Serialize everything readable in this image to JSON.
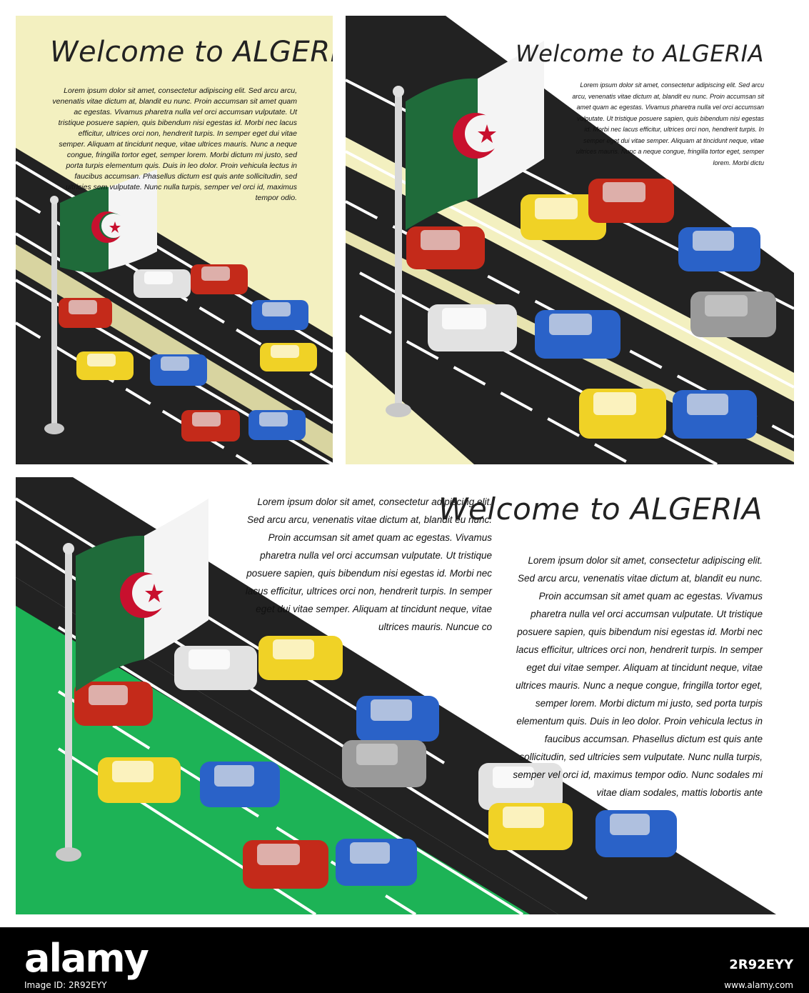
{
  "panels": [
    {
      "title": "Welcome to ALGERIA",
      "body": "Lorem ipsum dolor sit amet, consectetur adipiscing elit. Sed arcu arcu, venenatis vitae dictum at, blandit eu nunc. Proin accumsan sit amet quam ac egestas. Vivamus pharetra nulla vel orci accumsan vulputate. Ut tristique posuere sapien, quis bibendum nisi egestas id. Morbi nec lacus efficitur, ultrices orci non, hendrerit turpis. In semper eget dui vitae semper. Aliquam at tincidunt neque, vitae ultrices mauris. Nunc a neque congue, fringilla tortor eget, semper lorem. Morbi dictum mi justo, sed porta turpis elementum quis. Duis in leo dolor. Proin vehicula lectus in faucibus accumsan. Phasellus dictum est quis ante sollicitudin, sed ultricies sem vulputate. Nunc nulla turpis, semper vel orci id, maximus tempor odio."
    },
    {
      "title": "Welcome to ALGERIA",
      "body": "Lorem ipsum dolor sit amet, consectetur adipiscing elit. Sed arcu arcu, venenatis vitae dictum at, blandit eu nunc. Proin accumsan sit amet quam ac egestas. Vivamus pharetra nulla vel orci accumsan vulputate. Ut tristique posuere sapien, quis bibendum nisi egestas id. Morbi nec lacus efficitur, ultrices orci non, hendrerit turpis. In semper eget dui vitae semper. Aliquam at tincidunt neque, vitae ultrices mauris. Nunc a neque congue, fringilla tortor eget, semper lorem. Morbi dictu"
    },
    {
      "title": "Welcome to ALGERIA",
      "body_left": "Lorem ipsum dolor sit amet, consectetur adipiscing elit. Sed arcu arcu, venenatis vitae dictum at, blandit eu nunc. Proin accumsan sit amet quam ac egestas. Vivamus pharetra nulla vel orci accumsan vulputate. Ut tristique posuere sapien, quis bibendum nisi egestas id. Morbi nec lacus efficitur, ultrices orci non, hendrerit turpis. In semper eget dui vitae semper. Aliquam at tincidunt neque, vitae ultrices mauris. Nuncue co",
      "body_right": "Lorem ipsum dolor sit amet, consectetur adipiscing elit. Sed arcu arcu, venenatis vitae dictum at, blandit eu nunc. Proin accumsan sit amet quam ac egestas. Vivamus pharetra nulla vel orci accumsan vulputate. Ut tristique posuere sapien, quis bibendum nisi egestas id. Morbi nec lacus efficitur, ultrices orci non, hendrerit turpis. In semper eget dui vitae semper. Aliquam at tincidunt neque, vitae ultrices mauris. Nunc a neque congue, fringilla tortor eget, semper lorem. Morbi dictum mi justo, sed porta turpis elementum quis. Duis in leo dolor. Proin vehicula lectus in faucibus accumsan. Phasellus dictum est quis ante sollicitudin, sed ultricies sem vulputate. Nunc nulla turpis, semper vel orci id, maximus tempor odio. Nunc sodales mi vitae diam sodales, mattis lobortis ante"
    }
  ],
  "footer": {
    "brand": "alamy",
    "stock_id": "2R92EYY",
    "credit": "Image ID: 2R92EYY",
    "url": "www.alamy.com"
  },
  "colors": {
    "road": "#222222",
    "cream": "#f3f0c0",
    "grass": "#1db356",
    "flag_green": "#1f6b3a",
    "flag_white": "#f4f4f4",
    "flag_red": "#c8102e",
    "car_red": "#c42a1a",
    "car_blue": "#2a62c8",
    "car_yellow": "#f0d226",
    "car_white": "#e2e2e2",
    "car_gray": "#9a9a9a"
  }
}
